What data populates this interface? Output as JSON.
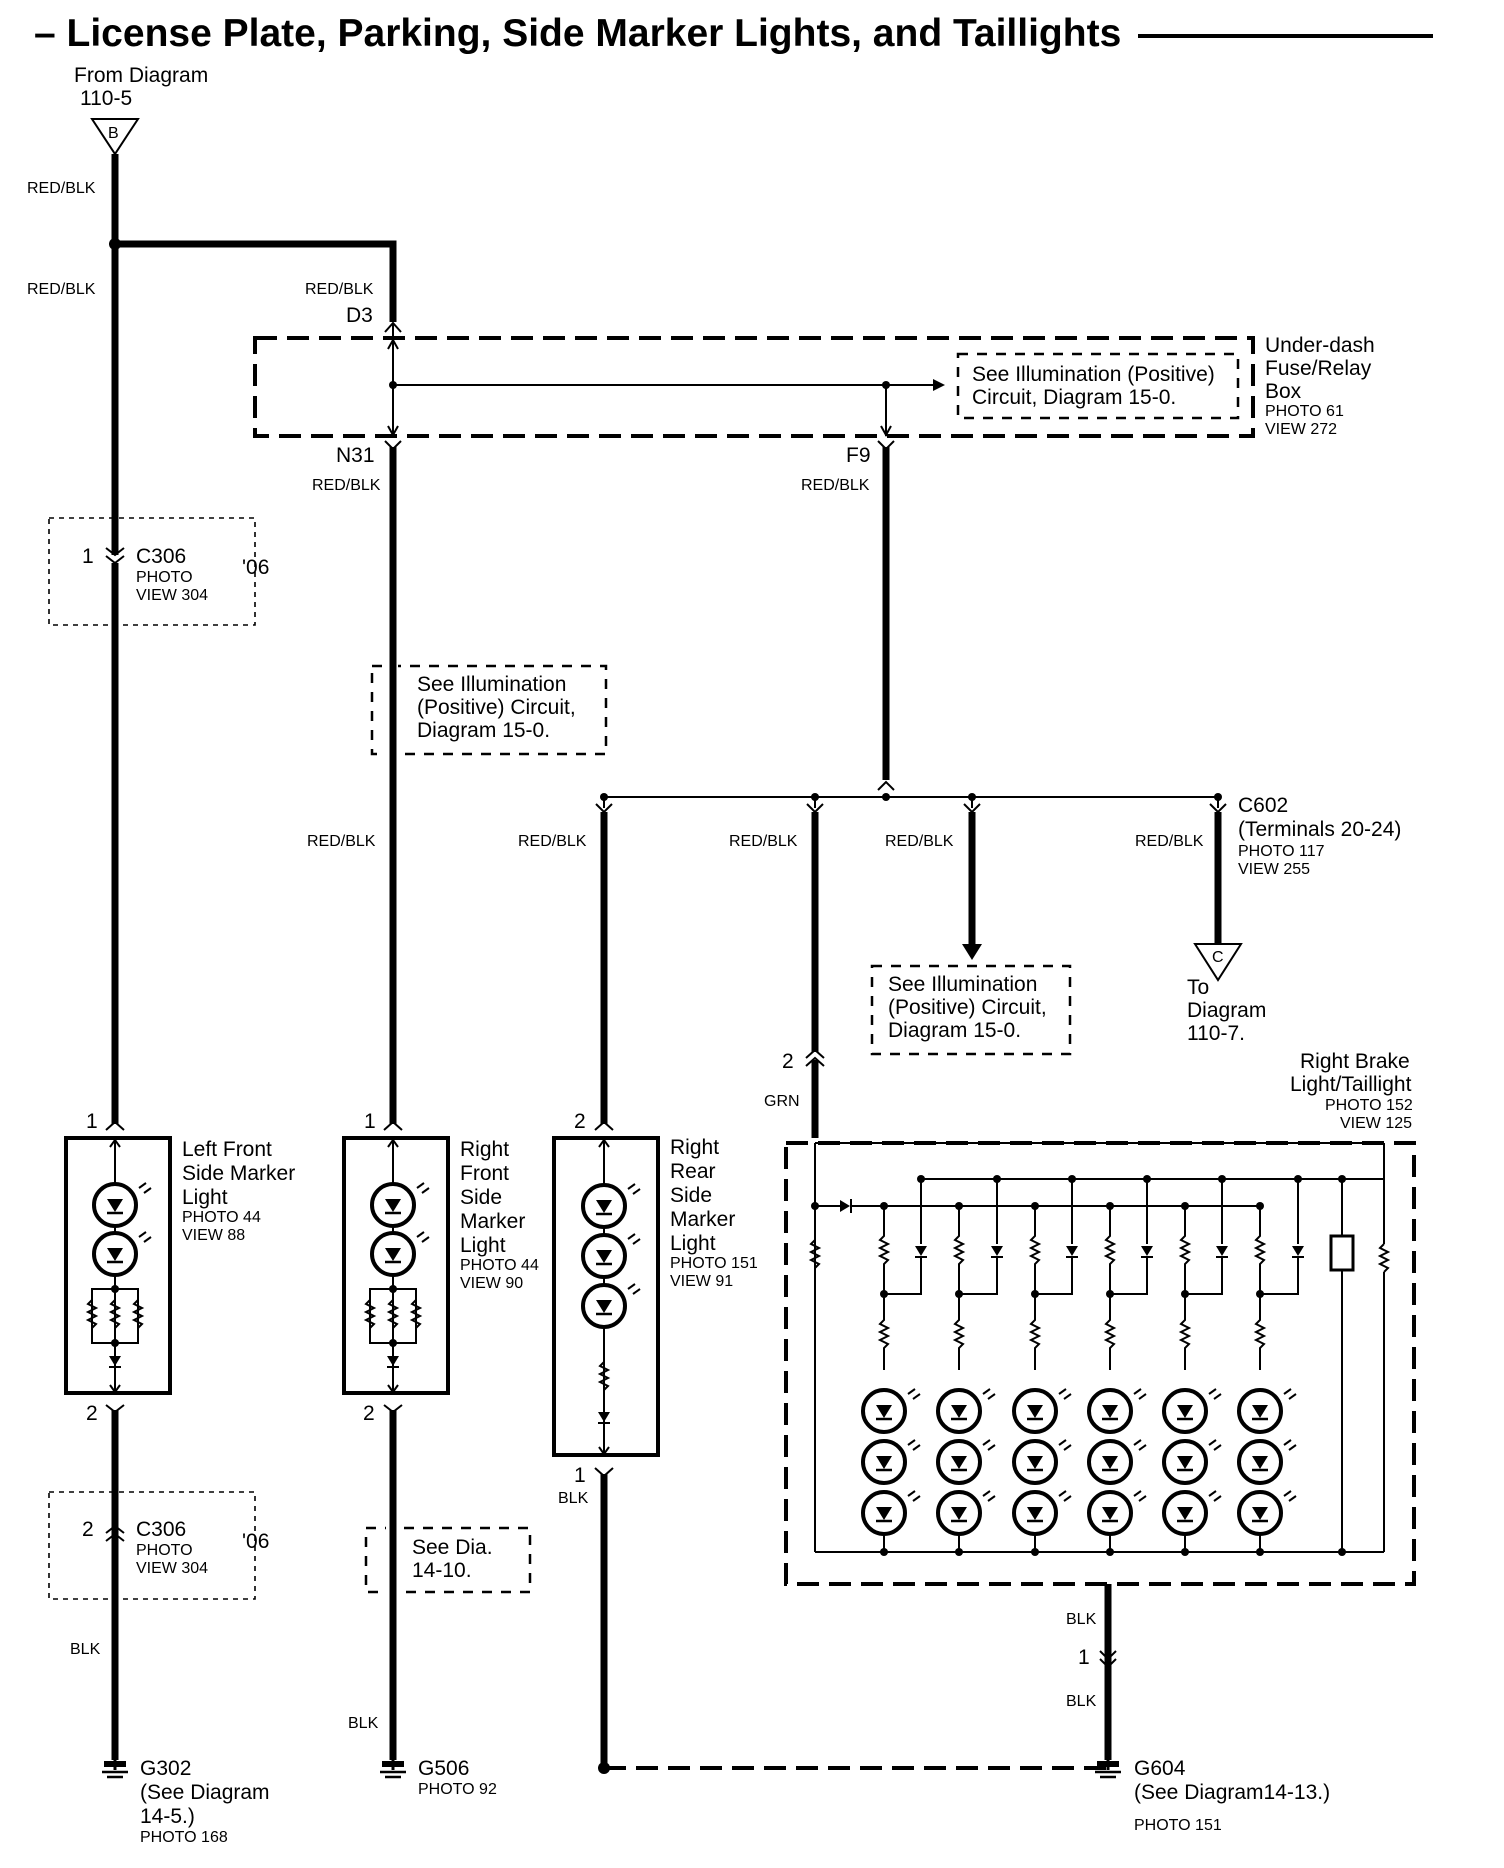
{
  "title": "– License Plate, Parking, Side Marker Lights, and Taillights",
  "from_diagram": {
    "line1": "From Diagram",
    "line2": "110-5",
    "letter": "B"
  },
  "wire_labels": {
    "redblk": "RED/BLK",
    "blk": "BLK",
    "grn": "GRN"
  },
  "fuse_box": {
    "name_lines": [
      "Under-dash",
      "Fuse/Relay",
      "Box"
    ],
    "photo": "PHOTO 61",
    "view": "VIEW 272",
    "pin_in": "D3",
    "pin_left": "N31",
    "pin_right": "F9",
    "note_lines": [
      "See Illumination (Positive)",
      "Circuit, Diagram 15-0."
    ]
  },
  "c306_top": {
    "pin": "1",
    "name": "C306",
    "photo": "PHOTO",
    "view": "VIEW 304",
    "year": "'06"
  },
  "c306_bottom": {
    "pin": "2",
    "name": "C306",
    "photo": "PHOTO",
    "view": "VIEW 304",
    "year": "'06"
  },
  "illum_note_1": [
    "See Illumination",
    "(Positive) Circuit,",
    "Diagram 15-0."
  ],
  "illum_note_2": [
    "See Illumination",
    "(Positive) Circuit,",
    "Diagram 15-0."
  ],
  "c602": {
    "name": "C602",
    "terminals": "(Terminals 20-24)",
    "photo": "PHOTO 117",
    "view": "VIEW 255",
    "letter": "C",
    "to_lines": [
      "To",
      "Diagram",
      "110-7."
    ]
  },
  "left_front": {
    "lines": [
      "Left Front",
      "Side Marker",
      "Light"
    ],
    "photo": "PHOTO 44",
    "view": "VIEW 88",
    "pin_top": "1",
    "pin_bottom": "2"
  },
  "right_front": {
    "lines": [
      "Right",
      "Front",
      "Side",
      "Marker",
      "Light"
    ],
    "photo": "PHOTO 44",
    "view": "VIEW 90",
    "pin_top": "1",
    "pin_bottom": "2"
  },
  "right_rear": {
    "lines": [
      "Right",
      "Rear",
      "Side",
      "Marker",
      "Light"
    ],
    "photo": "PHOTO 151",
    "view": "VIEW 91",
    "pin_top": "2",
    "pin_bottom": "1"
  },
  "right_brake": {
    "lines": [
      "Right Brake",
      "Light/Taillight"
    ],
    "photo": "PHOTO 152",
    "view": "VIEW 125",
    "pin_top": "2",
    "pin_bottom": "1"
  },
  "see_dia": [
    "See Dia.",
    "14-10."
  ],
  "g302": {
    "name": "G302",
    "lines": [
      "(See Diagram",
      "14-5.)"
    ],
    "photo": "PHOTO 168"
  },
  "g506": {
    "name": "G506",
    "photo": "PHOTO 92"
  },
  "g604": {
    "name": "G604",
    "line": "(See Diagram14-13.)",
    "photo": "PHOTO 151"
  }
}
